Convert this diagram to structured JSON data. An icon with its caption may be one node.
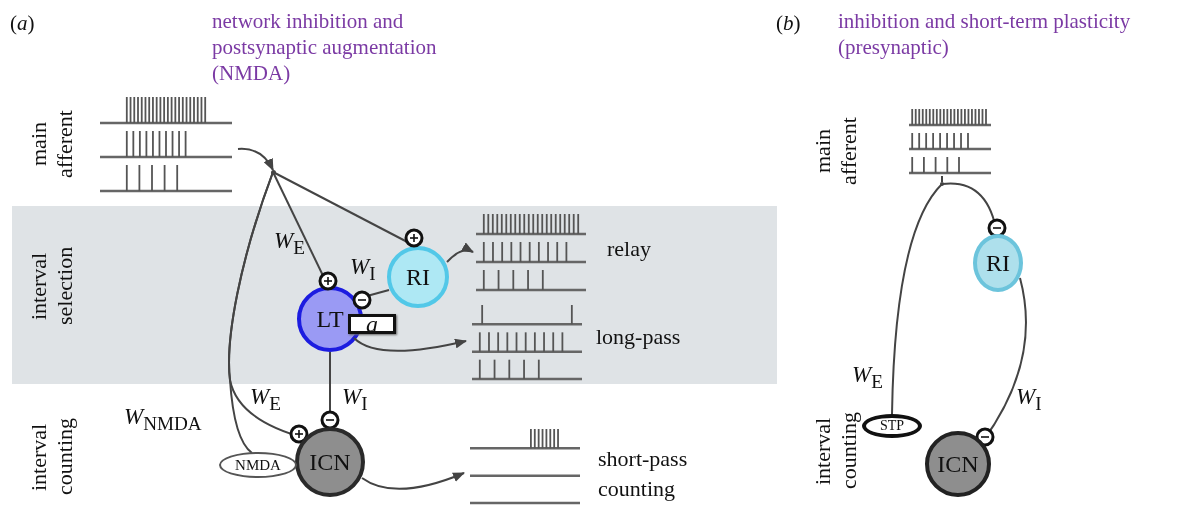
{
  "diagram": {
    "nodes": [
      {
        "text": [
          "interval selection"
        ]
      },
      {
        "text": [],
        "shape": "picture"
      },
      {
        "text": [],
        "shape": "point"
      },
      {
        "text": [
          "RI"
        ],
        "in": 0
      },
      {
        "text": [
          "LT"
        ],
        "in": 0
      },
      {
        "text": [
          "a"
        ],
        "in": 0
      },
      {
        "text": [],
        "shape": "picture",
        "in": 0,
        "beside": [
          "relay"
        ]
      },
      {
        "text": [],
        "shape": "picture",
        "in": 0,
        "beside": [
          "long-pass"
        ]
      },
      {
        "text": [
          "ICN"
        ]
      },
      {
        "text": [
          "NMDA"
        ]
      },
      {
        "text": [],
        "shape": "picture",
        "beside": [
          "short-pass counting"
        ]
      },
      {
        "text": [],
        "shape": "picture"
      },
      {
        "text": [],
        "shape": "point"
      },
      {
        "text": [
          "RI"
        ]
      },
      {
        "text": [
          "STP"
        ]
      },
      {
        "text": [
          "ICN"
        ]
      }
    ],
    "edges": [
      {
        "from": 1,
        "to": 2,
        "arrow": "to"
      },
      {
        "from": 2,
        "to": 4,
        "arrow": "other",
        "label": "*W*$_{E}$"
      },
      {
        "from": 2,
        "to": 3,
        "arrow": "other"
      },
      {
        "from": 2,
        "to": 8,
        "arrow": "other",
        "label": "*W*$_{E}$"
      },
      {
        "from": 2,
        "to": 9,
        "arrow": "none",
        "label": "*W*$_{NMDA}$"
      },
      {
        "from": 3,
        "to": 4,
        "arrow": "other",
        "label": "*W*$_{I}$"
      },
      {
        "from": 4,
        "to": 8,
        "arrow": "other",
        "label": "*W*$_{I}$"
      },
      {
        "from": 3,
        "to": 6,
        "arrow": "to"
      },
      {
        "from": 4,
        "to": 7,
        "arrow": "to"
      },
      {
        "from": 8,
        "to": 10,
        "arrow": "to"
      },
      {
        "from": 11,
        "to": 12,
        "arrow": "none"
      },
      {
        "from": 12,
        "to": 13,
        "arrow": "other"
      },
      {
        "from": 12,
        "to": 14,
        "arrow": "none",
        "label": "*W*$_{E}$"
      },
      {
        "from": 13,
        "to": 15,
        "arrow": "other",
        "label": "*W*$_{I}$"
      }
    ],
    "labels": [
      "(*a*)",
      "network inhibition and postsynaptic augmentation (NMDA)",
      "main afferent",
      "interval counting",
      "(*b*)",
      "inhibition and short-term plasticity (presynaptic)",
      "main afferent",
      "interval counting"
    ]
  }
}
